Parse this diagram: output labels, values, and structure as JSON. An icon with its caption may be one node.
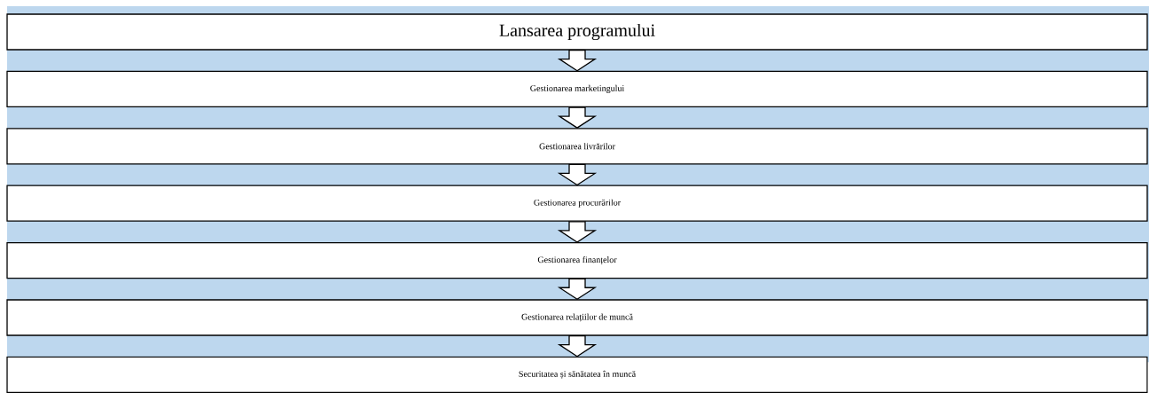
{
  "diagram": {
    "nodes": [
      {
        "text": [
          "Lansarea programului"
        ]
      },
      {
        "text": [
          "Gestionarea marketingului"
        ]
      },
      {
        "text": [
          "Gestionarea livrărilor"
        ]
      },
      {
        "text": [
          "Gestionarea procurărilor"
        ]
      },
      {
        "text": [
          "Gestionarea finanțelor"
        ]
      },
      {
        "text": [
          "Gestionarea relațiilor de muncă"
        ]
      },
      {
        "text": [
          "Securitatea și sănătatea în muncă"
        ]
      }
    ],
    "edges": [
      {
        "from": 0,
        "to": 1,
        "arrow": "to"
      },
      {
        "from": 1,
        "to": 2,
        "arrow": "to"
      },
      {
        "from": 2,
        "to": 3,
        "arrow": "to"
      },
      {
        "from": 3,
        "to": 4,
        "arrow": "to"
      },
      {
        "from": 4,
        "to": 5,
        "arrow": "to"
      },
      {
        "from": 5,
        "to": 6,
        "arrow": "to"
      }
    ]
  }
}
